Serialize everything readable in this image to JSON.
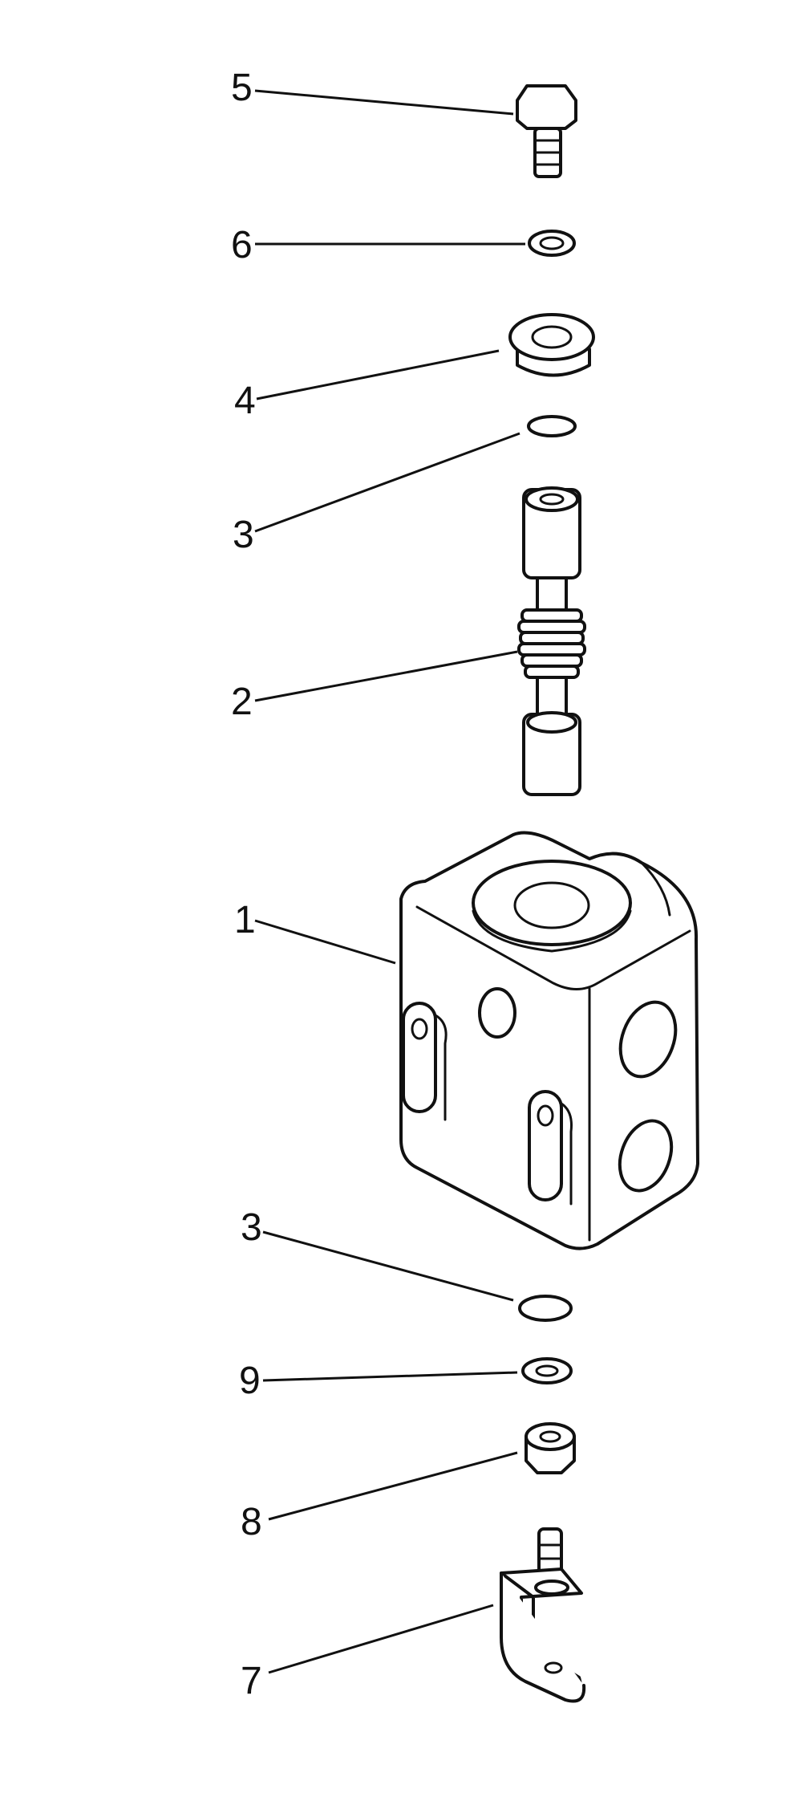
{
  "callouts": [
    "5",
    "6",
    "4",
    "3",
    "2",
    "1",
    "3",
    "9",
    "8",
    "7"
  ]
}
